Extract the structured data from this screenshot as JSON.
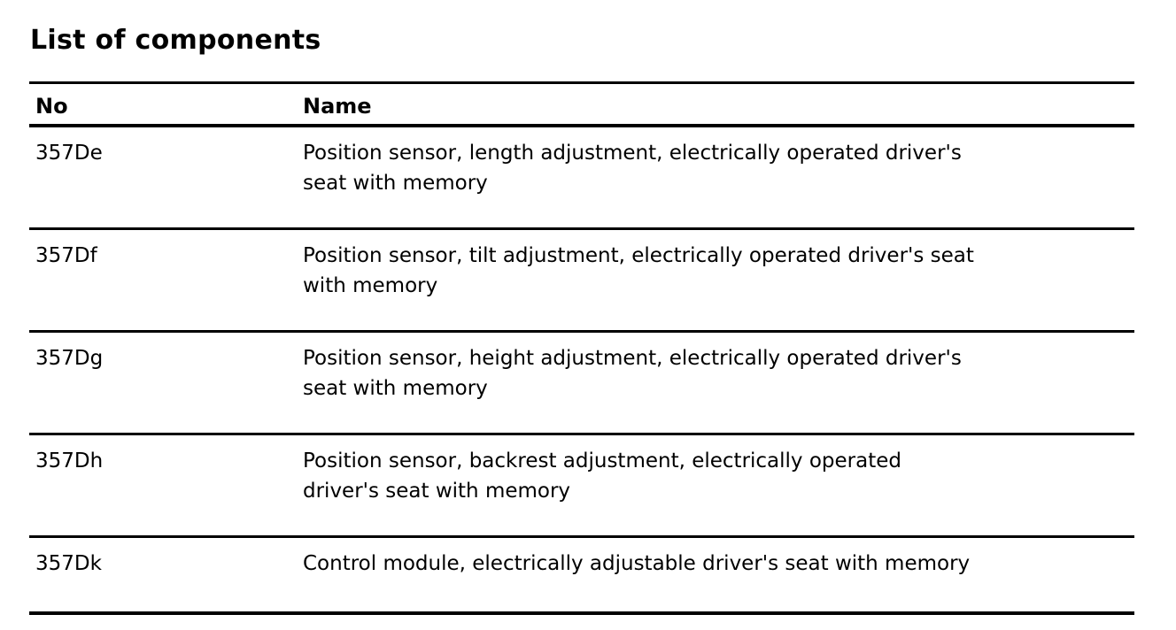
{
  "page": {
    "title": "List of components"
  },
  "colors": {
    "text": "#000000",
    "background": "#ffffff",
    "rule": "#000000"
  },
  "table": {
    "headers": {
      "no": "No",
      "name": "Name"
    },
    "rows": [
      {
        "no": "357De",
        "name": "Position sensor, length adjustment, electrically operated driver's\nseat with memory"
      },
      {
        "no": "357Df",
        "name": "Position sensor, tilt adjustment, electrically operated driver's seat\nwith memory"
      },
      {
        "no": "357Dg",
        "name": "Position sensor, height adjustment, electrically operated driver's\nseat with memory"
      },
      {
        "no": "357Dh",
        "name": "Position sensor, backrest adjustment, electrically operated\ndriver's seat with memory"
      },
      {
        "no": "357Dk",
        "name": "Control module, electrically adjustable driver's seat with memory"
      }
    ]
  }
}
